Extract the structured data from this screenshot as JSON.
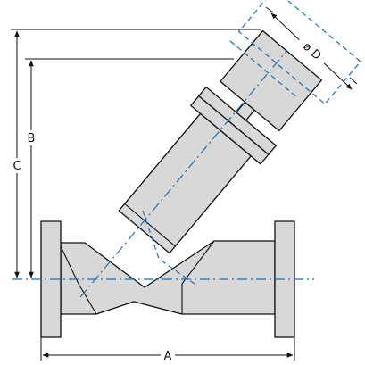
{
  "dimensions": {
    "a": "A",
    "b": "B",
    "c": "C",
    "d": "ø D"
  },
  "colors": {
    "body": "#d8d8d8",
    "outline": "#111111",
    "centerline": "#1f6db3"
  }
}
